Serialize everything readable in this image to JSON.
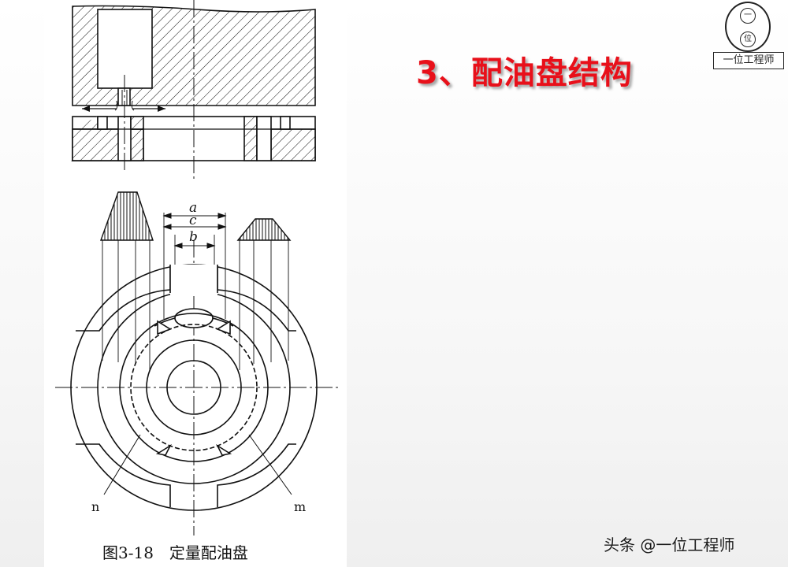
{
  "slide": {
    "title": "3、配油盘结构"
  },
  "figure": {
    "caption": "图3-18　定量配油盘",
    "dimension_labels": {
      "a": "a",
      "c": "c",
      "b": "b"
    },
    "part_labels": {
      "n": "n",
      "m": "m"
    }
  },
  "logo": {
    "top_glyph": "一",
    "bottom_glyph": "位",
    "label": "一位工程师"
  },
  "watermark": {
    "text": "头条 @一位工程师"
  },
  "colors": {
    "title": "#e8101a",
    "line": "#111111",
    "panel": "#ffffff"
  }
}
